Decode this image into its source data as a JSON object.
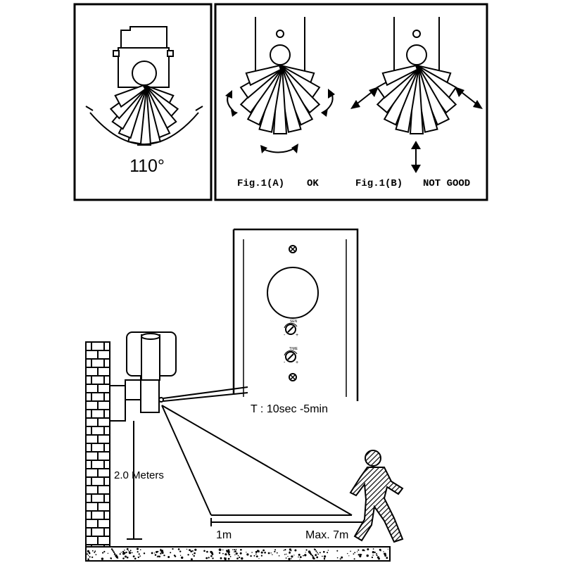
{
  "panels": {
    "angle": {
      "label": "110°"
    },
    "fig_a": {
      "label": "Fig.1(A)",
      "status": "OK"
    },
    "fig_b": {
      "label": "Fig.1(B)",
      "status": "NOT GOOD"
    }
  },
  "install": {
    "height_label": "2.0 Meters",
    "min_range_label": "1m",
    "max_range_label": "Max. 7m",
    "time_label": "T : 10sec -5min",
    "sen_knob_label": "SEN",
    "time_knob_label": "TIME"
  }
}
